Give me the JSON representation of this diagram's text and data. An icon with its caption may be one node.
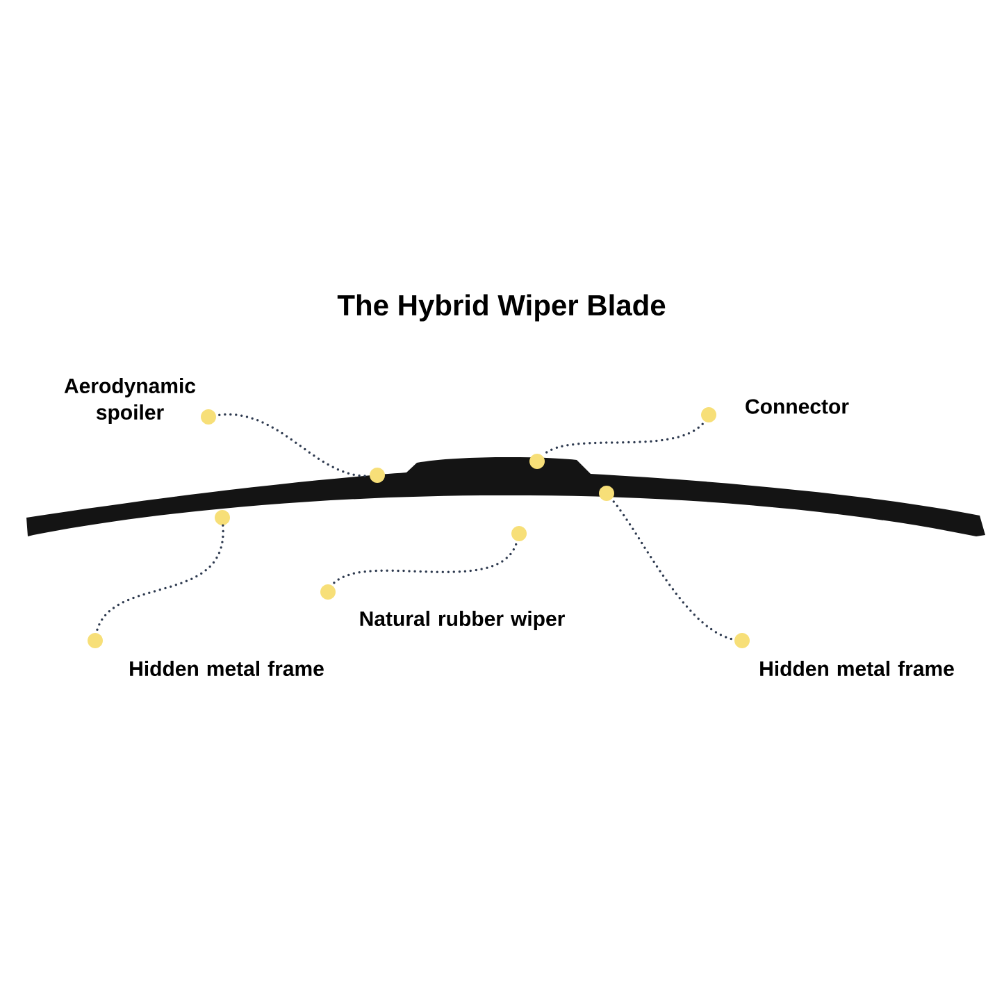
{
  "diagram": {
    "title": "The Hybrid Wiper Blade",
    "nodes": [
      {
        "text": [
          "Aerodynamic spoiler"
        ]
      },
      {
        "text": [
          "Connector"
        ]
      },
      {
        "text": [
          "Hidden metal frame"
        ]
      },
      {
        "text": [
          "Natural rubber wiper"
        ]
      },
      {
        "text": [
          "Hidden metal frame"
        ]
      },
      {
        "text": [],
        "shape": "circle"
      },
      {
        "text": [],
        "shape": "circle"
      },
      {
        "text": [],
        "shape": "circle"
      },
      {
        "text": [],
        "shape": "circle"
      },
      {
        "text": [],
        "shape": "circle"
      }
    ],
    "edges": [
      {
        "from": 0,
        "to": 5,
        "arrow": "other"
      },
      {
        "from": 1,
        "to": 6,
        "arrow": "other"
      },
      {
        "from": 2,
        "to": 7,
        "arrow": "other"
      },
      {
        "from": 3,
        "to": 8,
        "arrow": "other"
      },
      {
        "from": 4,
        "to": 9,
        "arrow": "other"
      }
    ]
  }
}
